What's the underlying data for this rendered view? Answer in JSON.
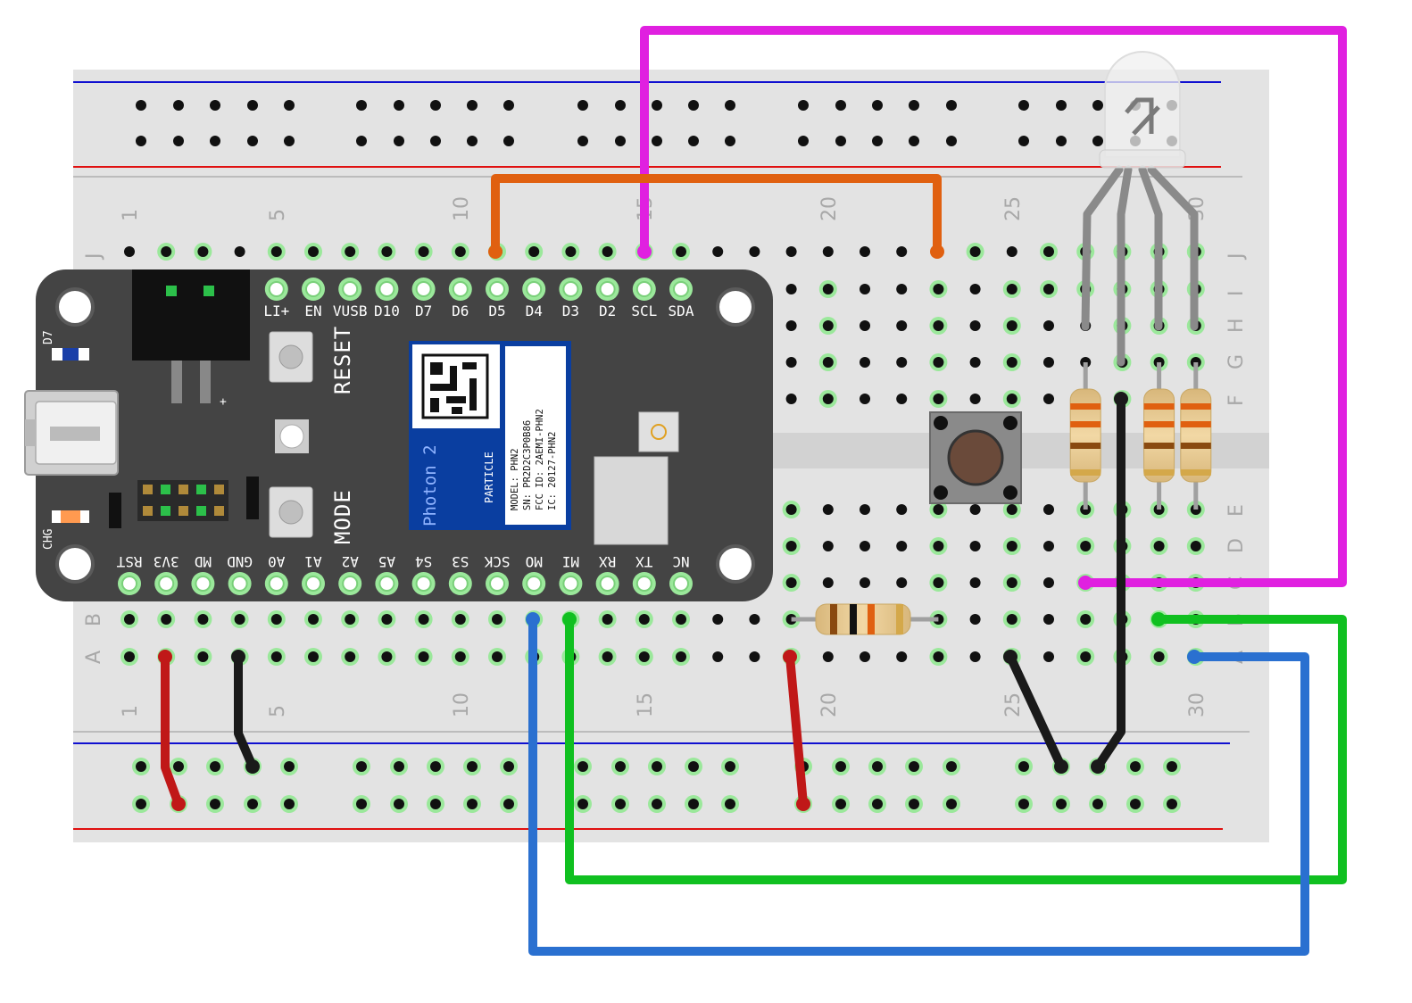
{
  "breadboard": {
    "column_numbers": [
      "1",
      "5",
      "10",
      "15",
      "20",
      "25",
      "30"
    ],
    "row_letters_top": [
      "J",
      "I",
      "H",
      "G",
      "F"
    ],
    "row_letters_bottom": [
      "E",
      "D",
      "C",
      "B",
      "A"
    ]
  },
  "photon": {
    "top_pins": [
      "LI+",
      "EN",
      "VUSB",
      "D10",
      "D7",
      "D6",
      "D5",
      "D4",
      "D3",
      "D2",
      "SCL",
      "SDA"
    ],
    "bottom_pins": [
      "RST",
      "3V3",
      "MD",
      "GND",
      "A0",
      "A1",
      "A2",
      "A5",
      "S4",
      "S3",
      "SCK",
      "MO",
      "MI",
      "RX",
      "TX",
      "NC"
    ],
    "reset_label": "RESET",
    "mode_label": "MODE",
    "led_label": "D7",
    "charge_label": "CHG",
    "plus_label": "+",
    "module_brand": "Photon 2",
    "module_maker": "PARTICLE",
    "module_lines": [
      "MODEL: PHN2",
      "SN: PR2D2C3P0B86",
      "FCC ID: 2AEMI-PHN2",
      "IC: 20127-PHN2"
    ]
  },
  "wire_colors": {
    "magenta": "#e020e0",
    "orange": "#e06010",
    "green": "#10c020",
    "blue": "#2a70d0",
    "red": "#c01818",
    "black": "#1a1a1a"
  },
  "board_colors": {
    "photon_body": "#444444",
    "module_blue": "#0a3ea0",
    "breadboard": "#e3e3e3",
    "rail_red": "#e01010",
    "rail_blue": "#1010d0"
  },
  "components": [
    {
      "name": "Photon 2 board"
    },
    {
      "name": "RGB LED"
    },
    {
      "name": "Pushbutton"
    },
    {
      "name": "Resistor",
      "count": 4
    }
  ]
}
